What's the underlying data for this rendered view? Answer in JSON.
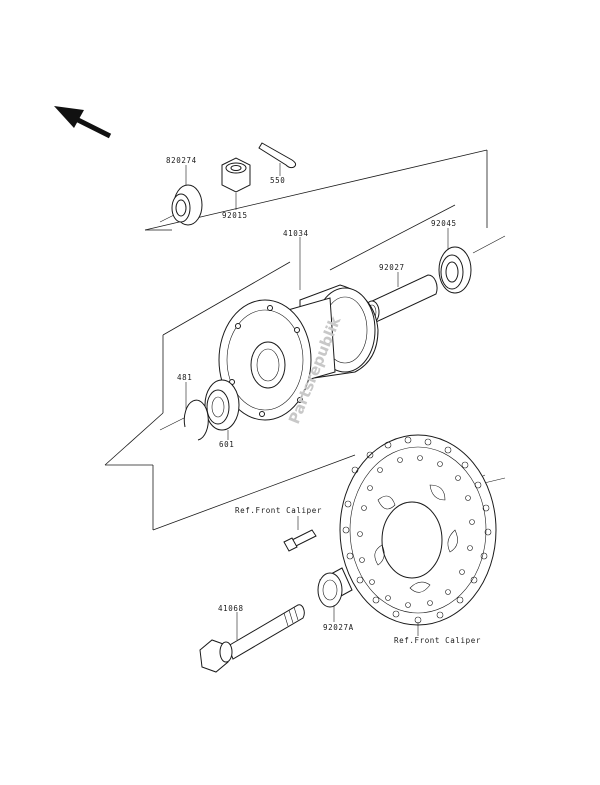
{
  "labels": {
    "p820274_top": "820274",
    "p92015": "92015",
    "p550": "550",
    "p41034": "41034",
    "p92027": "92027",
    "p92045": "92045",
    "p481": "481",
    "p601": "601",
    "ref_caliper_1": "Ref.Front Caliper",
    "p41068": "41068",
    "p92027a": "92027A",
    "ref_caliper_2": "Ref.Front Caliper"
  },
  "watermark": "Partsrepublik",
  "direction_arrow": "front-arrow-icon"
}
